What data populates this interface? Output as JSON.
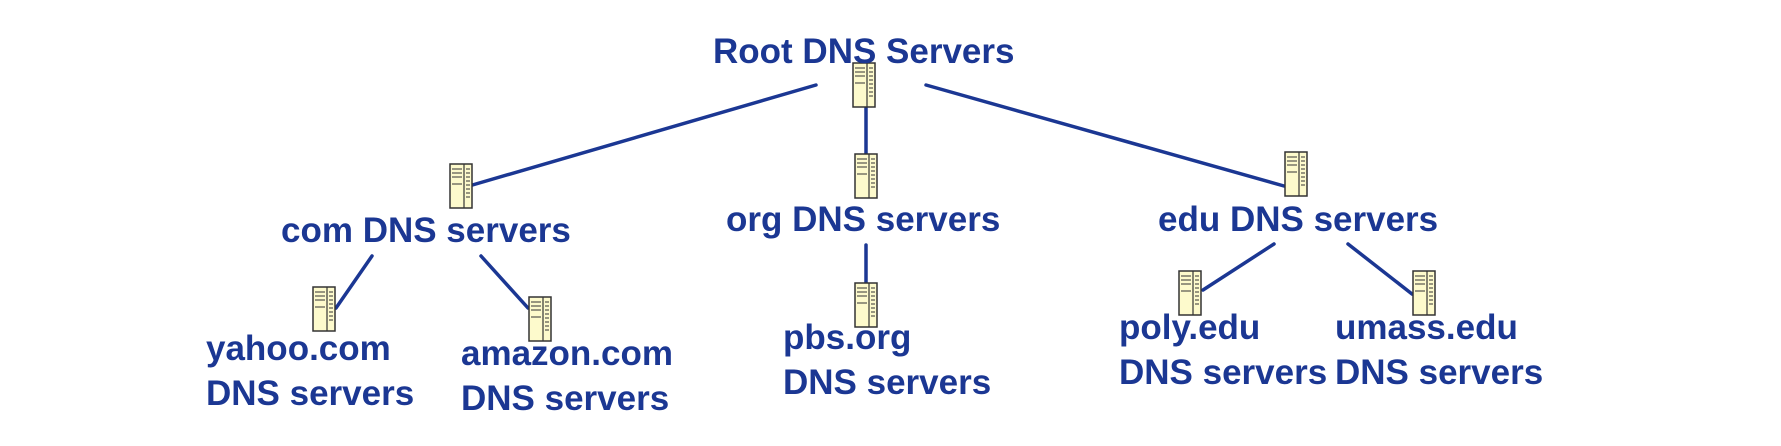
{
  "root": {
    "label": "Root DNS Servers",
    "icon": "server-icon",
    "children": [
      {
        "label": "com DNS servers",
        "icon": "server-icon",
        "children": [
          {
            "label_lines": [
              "yahoo.com",
              "DNS servers"
            ],
            "icon": "server-icon"
          },
          {
            "label_lines": [
              "amazon.com",
              "DNS servers"
            ],
            "icon": "server-icon"
          }
        ]
      },
      {
        "label": "org DNS servers",
        "icon": "server-icon",
        "children": [
          {
            "label_lines": [
              "pbs.org",
              "DNS servers"
            ],
            "icon": "server-icon"
          }
        ]
      },
      {
        "label": "edu DNS servers",
        "icon": "server-icon",
        "children": [
          {
            "label_lines": [
              "poly.edu",
              "DNS servers"
            ],
            "icon": "server-icon"
          },
          {
            "label_lines": [
              "umass.edu",
              "DNS servers"
            ],
            "icon": "server-icon"
          }
        ]
      }
    ]
  },
  "colors": {
    "text": "#1b3793",
    "line": "#1b3793",
    "server_fill": "#fdfacc",
    "server_stroke": "#333333"
  }
}
